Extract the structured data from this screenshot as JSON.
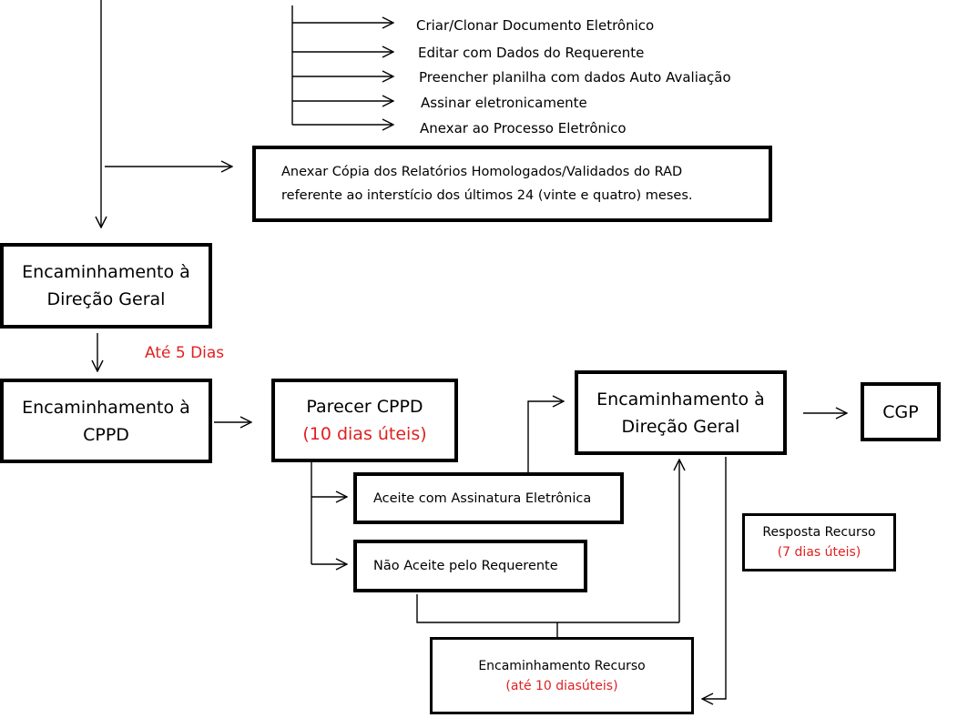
{
  "steps": [
    {
      "text": "Criar/Clonar Documento Eletrônico"
    },
    {
      "text": "Editar com Dados do Requerente"
    },
    {
      "text": "Preencher planilha com dados Auto Avaliação"
    },
    {
      "text": "Assinar eletronicamente"
    },
    {
      "text": "Anexar ao Processo Eletrônico"
    }
  ],
  "rad_box": {
    "line1": "Anexar Cópia dos Relatórios Homologados/Validados do RAD",
    "line2": "referente ao interstício dos últimos 24 (vinte e quatro) meses."
  },
  "enc_direcao_1": {
    "line1": "Encaminhamento à",
    "line2": "Direção Geral"
  },
  "ate_5_dias": "Até 5 Dias",
  "enc_cppd": {
    "line1": "Encaminhamento à",
    "line2": "CPPD"
  },
  "parecer": {
    "line1": "Parecer CPPD",
    "line2": "(10 dias úteis)"
  },
  "enc_direcao_2": {
    "line1": "Encaminhamento à",
    "line2": "Direção Geral"
  },
  "cgp": "CGP",
  "aceite": "Aceite com Assinatura Eletrônica",
  "nao_aceite": "Não Aceite pelo Requerente",
  "resposta": {
    "line1": "Resposta Recurso",
    "line2": "(7 dias úteis)"
  },
  "recurso": {
    "line1": "Encaminhamento Recurso",
    "line2": "(até 10 diasúteis)"
  },
  "colors": {
    "line": "#000000",
    "deadline": "#e02020"
  }
}
